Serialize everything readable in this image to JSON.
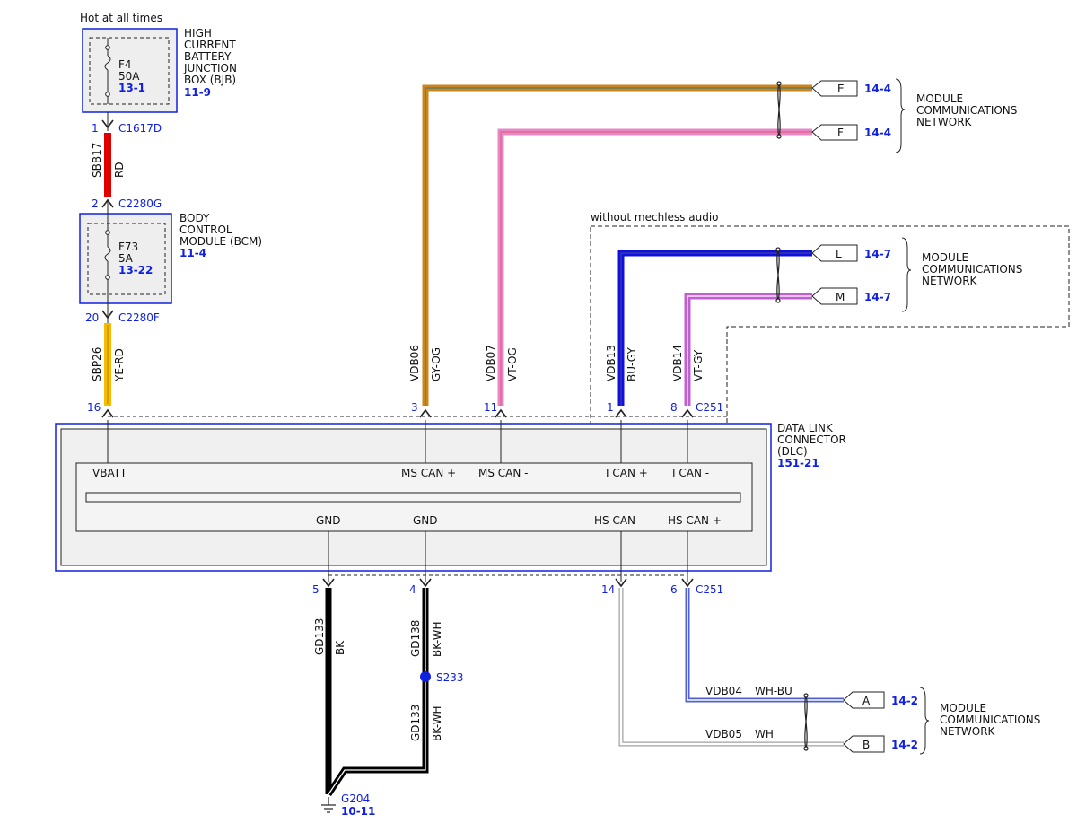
{
  "top_label": "Hot at all times",
  "bjb": {
    "l1": "HIGH",
    "l2": "CURRENT",
    "l3": "BATTERY",
    "l4": "JUNCTION",
    "l5": "BOX (BJB)",
    "ref": "11-9",
    "fuse": "F4",
    "rating": "50A",
    "fuse_ref": "13-1"
  },
  "bcm": {
    "l1": "BODY",
    "l2": "CONTROL",
    "l3": "MODULE (BCM)",
    "ref": "11-4",
    "fuse": "F73",
    "rating": "5A",
    "fuse_ref": "13-22"
  },
  "conn1": {
    "pin": "1",
    "name": "C1617D"
  },
  "conn2": {
    "pin": "2",
    "name": "C2280G"
  },
  "conn3": {
    "pin": "20",
    "name": "C2280F"
  },
  "wire_sbb17": {
    "circuit": "SBB17",
    "color": "RD"
  },
  "wire_sbp26": {
    "circuit": "SBP26",
    "color": "YE-RD"
  },
  "dlc": {
    "l1": "DATA LINK",
    "l2": "CONNECTOR",
    "l3": "(DLC)",
    "ref": "151-21",
    "conn": "C251",
    "pins": {
      "vbatt": "VBATT",
      "mscanp": "MS CAN +",
      "mscanm": "MS CAN -",
      "icanp": "I CAN +",
      "icanm": "I CAN -",
      "gnd1": "GND",
      "gnd2": "GND",
      "hscanm": "HS CAN -",
      "hscanp": "HS CAN +"
    }
  },
  "top_pins": {
    "p16": "16",
    "p3": "3",
    "p11": "11",
    "p1": "1",
    "p8": "8"
  },
  "bottom_pins": {
    "p5": "5",
    "p4": "4",
    "p14": "14",
    "p6": "6"
  },
  "wires_top": {
    "vdb06": {
      "circuit": "VDB06",
      "color": "GY-OG"
    },
    "vdb07": {
      "circuit": "VDB07",
      "color": "VT-OG"
    },
    "vdb13": {
      "circuit": "VDB13",
      "color": "BU-GY"
    },
    "vdb14": {
      "circuit": "VDB14",
      "color": "VT-GY"
    }
  },
  "wires_bottom": {
    "gd133a": {
      "circuit": "GD133",
      "color": "BK"
    },
    "gd138": {
      "circuit": "GD138",
      "color": "BK-WH"
    },
    "gd133b": {
      "circuit": "GD133",
      "color": "BK-WH"
    },
    "vdb04": {
      "circuit": "VDB04",
      "color": "WH-BU"
    },
    "vdb05": {
      "circuit": "VDB05",
      "color": "WH"
    }
  },
  "splice": "S233",
  "ground": {
    "name": "G204",
    "ref": "10-11"
  },
  "mechless": "without mechless audio",
  "net": {
    "l1": "MODULE",
    "l2": "COMMUNICATIONS",
    "l3": "NETWORK"
  },
  "connectors": {
    "E": {
      "letter": "E",
      "ref": "14-4"
    },
    "F": {
      "letter": "F",
      "ref": "14-4"
    },
    "L": {
      "letter": "L",
      "ref": "14-7"
    },
    "M": {
      "letter": "M",
      "ref": "14-7"
    },
    "A": {
      "letter": "A",
      "ref": "14-2"
    },
    "B": {
      "letter": "B",
      "ref": "14-2"
    }
  },
  "colors": {
    "accent_blue": "#1020e0",
    "wire_red": "#e00000",
    "wire_yellow": "#f2c000",
    "wire_gray_orange": "#c8861c",
    "wire_pink": "#e888c8",
    "wire_blue": "#1010e0",
    "wire_violet": "#c060d0",
    "wire_black": "#000000"
  }
}
